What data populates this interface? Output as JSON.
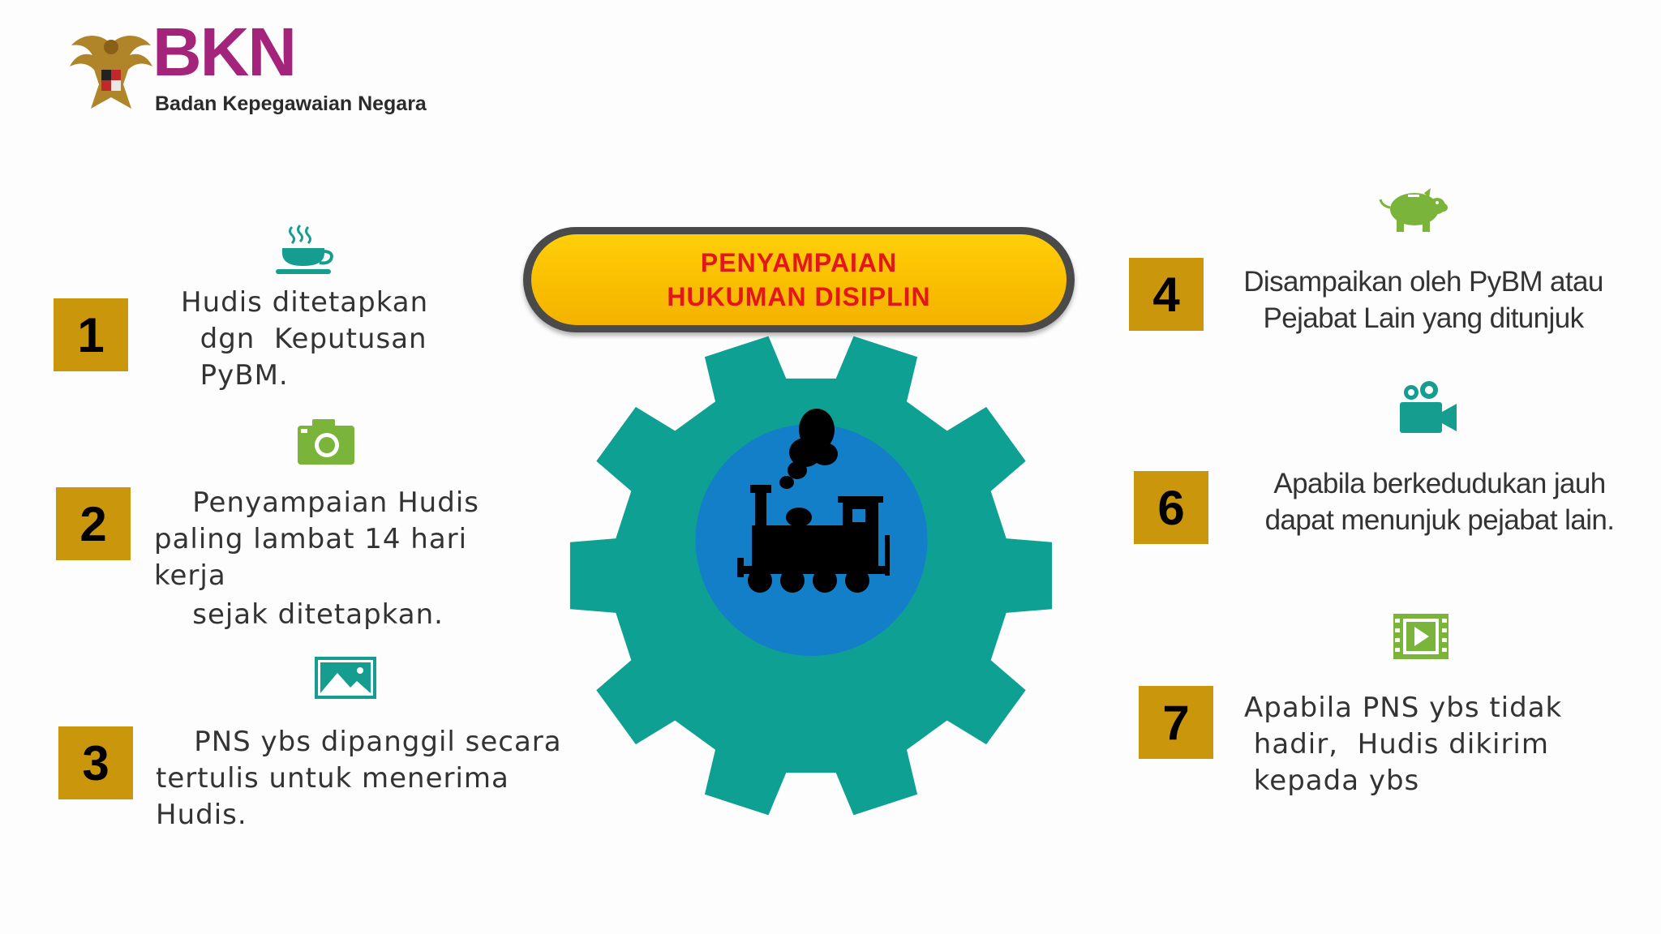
{
  "logo": {
    "name": "BKN",
    "subtitle": "Badan Kepegawaian Negara"
  },
  "banner": {
    "line1": "PENYAMPAIAN",
    "line2": "HUKUMAN DISIPLIN"
  },
  "colors": {
    "gear": "#0ea193",
    "gear_center": "#127fc8",
    "number_box": "#c9960c",
    "icon_green": "#7ab43a",
    "icon_teal": "#159d90",
    "banner_text": "#e3161a",
    "logo_text": "#a4247b"
  },
  "steps_left": [
    {
      "number": "1",
      "icon": "coffee-cup-icon",
      "lines": [
        "Hudis ditetapkan",
        "  dgn  Keputusan",
        "  PyBM."
      ]
    },
    {
      "number": "2",
      "icon": "camera-icon",
      "lines": [
        "    Penyampaian Hudis",
        "paling lambat 14 hari",
        "kerja",
        "    sejak ditetapkan."
      ]
    },
    {
      "number": "3",
      "icon": "landscape-image-icon",
      "lines": [
        "    PNS ybs dipanggil secara",
        "tertulis untuk menerima",
        "Hudis."
      ]
    }
  ],
  "steps_right": [
    {
      "number": "4",
      "icon": "piggy-bank-icon",
      "lines": [
        "Disampaikan oleh PyBM atau",
        "Pejabat Lain yang ditunjuk"
      ]
    },
    {
      "number": "6",
      "icon": "video-camera-icon",
      "lines": [
        "Apabila berkedudukan jauh",
        "dapat menunjuk pejabat lain."
      ]
    },
    {
      "number": "7",
      "icon": "film-play-icon",
      "lines": [
        "Apabila PNS ybs tidak",
        " hadir,  Hudis dikirim",
        " kepada ybs"
      ]
    }
  ],
  "center_icon": "train-locomotive-icon"
}
